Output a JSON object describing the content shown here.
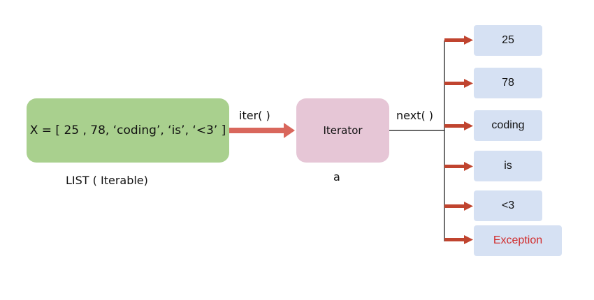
{
  "list": {
    "content": "X = [ 25 , 78, ‘coding’, ‘is’, ‘<3’ ]",
    "caption": "LIST ( Iterable)"
  },
  "iter_call": "iter( )",
  "iterator": {
    "label": "Iterator",
    "caption": "a"
  },
  "next_call": "next( )",
  "outputs": [
    {
      "label": "25"
    },
    {
      "label": "78"
    },
    {
      "label": "coding"
    },
    {
      "label": "is"
    },
    {
      "label": "<3"
    },
    {
      "label": "Exception"
    }
  ],
  "colors": {
    "list_box": "#a9d08e",
    "iterator_box": "#e6c6d6",
    "output_box": "#d6e1f3",
    "arrow": "#c55a4a",
    "exception_text": "#d12b2b"
  }
}
